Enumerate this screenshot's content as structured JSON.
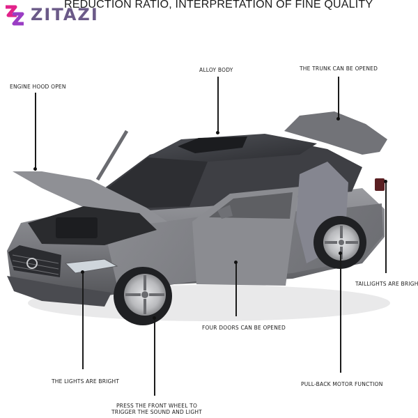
{
  "brand": {
    "name": "ZITAZI",
    "logo_colors": [
      "#6b5a88",
      "#e2228a",
      "#9a3dc4"
    ]
  },
  "headline": "REDUCTION RATIO, INTERPRETATION OF FINE QUALITY",
  "callouts": {
    "engine_hood": "ENGINE HOOD OPEN",
    "alloy_body": "ALLOY BODY",
    "trunk": "THE TRUNK CAN BE OPENED",
    "taillights": "TAILLIGHTS ARE BRIGHT",
    "four_doors": "FOUR DOORS CAN BE OPENED",
    "lights": "THE LIGHTS ARE BRIGHT",
    "pull_back": "PULL-BACK MOTOR FUNCTION",
    "front_wheel_line1": "PRESS THE FRONT WHEEL TO",
    "front_wheel_line2": "TRIGGER THE SOUND AND LIGHT"
  },
  "product": {
    "subject": "grey die-cast model sedan with doors, hood and trunk open",
    "body_color": "#7f8084"
  }
}
